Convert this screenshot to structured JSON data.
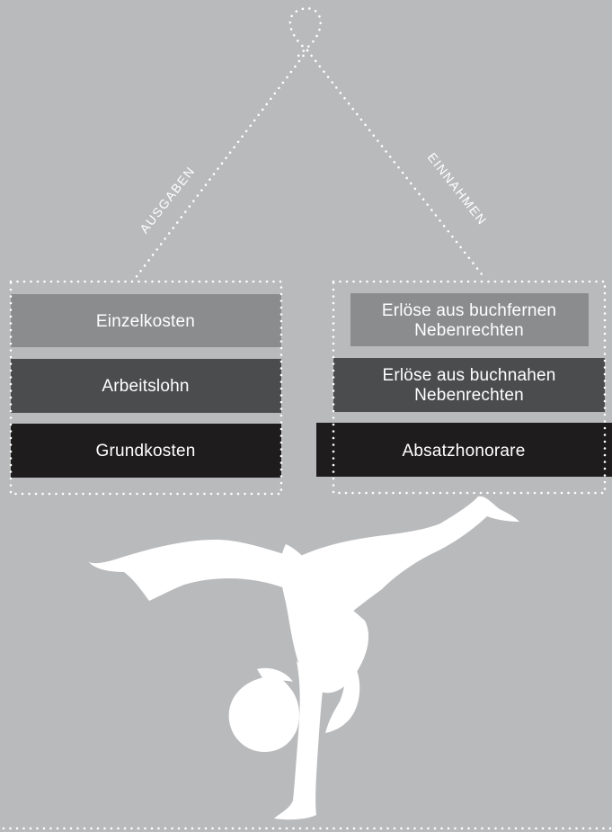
{
  "branches": {
    "left_label": "AUSGABEN",
    "right_label": "EINNAHMEN"
  },
  "ausgaben": {
    "items": [
      {
        "label_lines": [
          "Einzelkosten"
        ],
        "color": "#8b8c8e"
      },
      {
        "label_lines": [
          "Arbeitslohn"
        ],
        "color": "#4b4c4e"
      },
      {
        "label_lines": [
          "Grundkosten"
        ],
        "color": "#1f1c1d"
      }
    ]
  },
  "einnahmen": {
    "items": [
      {
        "label_lines": [
          "Erlöse aus buchfernen",
          "Nebenrechten"
        ],
        "color": "#8b8c8e"
      },
      {
        "label_lines": [
          "Erlöse aus buchnahen",
          "Nebenrechten"
        ],
        "color": "#4b4c4e"
      },
      {
        "label_lines": [
          "Absatzhonorare"
        ],
        "color": "#1f1c1d"
      }
    ]
  },
  "colors": {
    "background": "#b9babc",
    "dots": "#ffffff",
    "figure": "#ffffff"
  },
  "figure": {
    "icon": "handstand-acrobat-silhouette"
  }
}
